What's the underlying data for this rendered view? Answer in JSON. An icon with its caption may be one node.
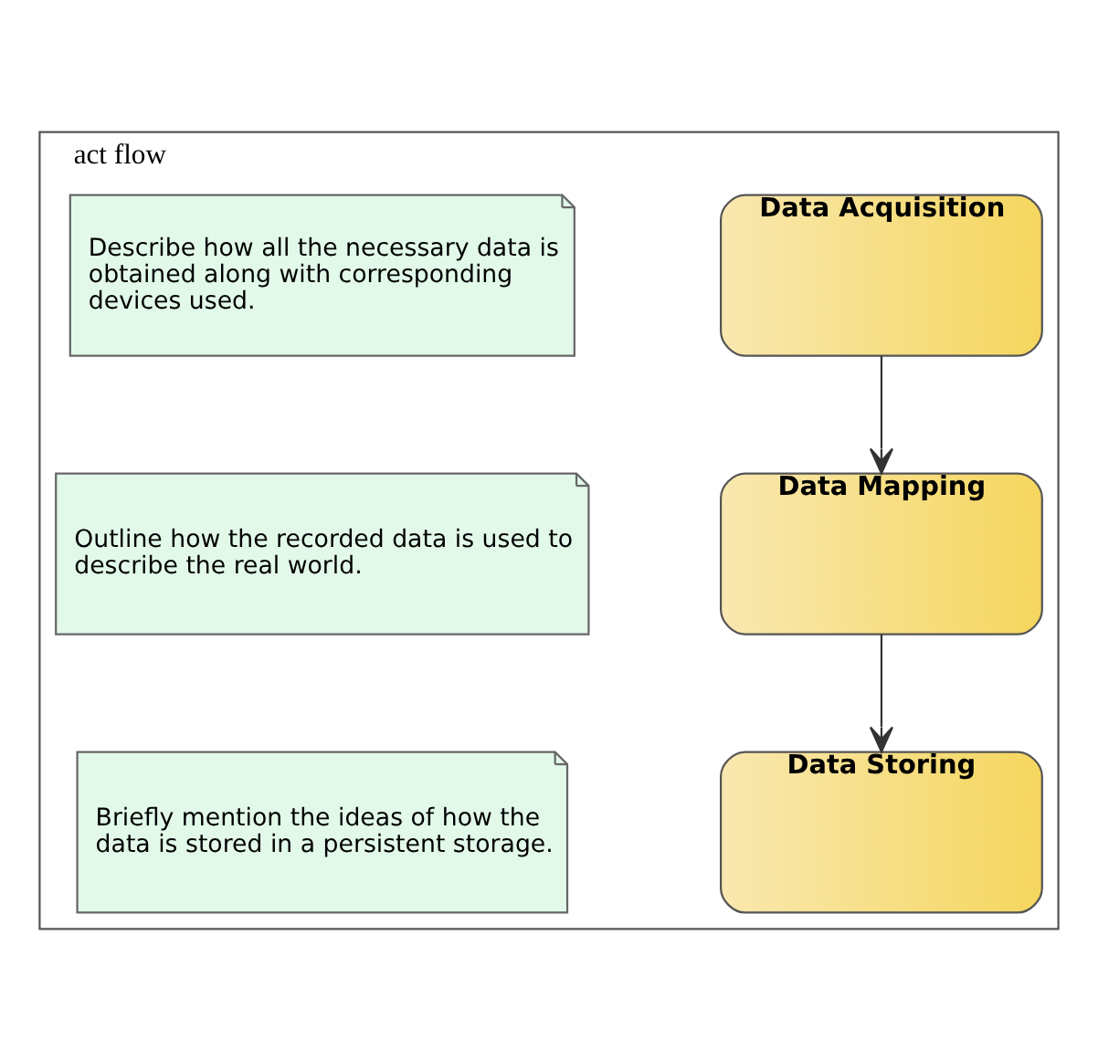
{
  "diagram": {
    "nodes": [
      {
        "text": [
          "act flow"
        ]
      },
      {
        "text": [
          "Data Acquisition"
        ],
        "in": 0
      },
      {
        "text": [
          "Describe how all the necessary data is obtained along with corresponding devices used."
        ],
        "in": 0
      },
      {
        "text": [
          "Data Mapping"
        ],
        "in": 0
      },
      {
        "text": [
          "Outline how the recorded data is used to describe the real world."
        ],
        "in": 0
      },
      {
        "text": [
          "Data Storing"
        ],
        "in": 0
      },
      {
        "text": [
          "Briefly mention the ideas of how the data is stored in a persistent storage."
        ],
        "in": 0
      }
    ],
    "edges": [
      {
        "from": 1,
        "to": 3,
        "arrow": "to"
      },
      {
        "from": 3,
        "to": 5,
        "arrow": "to"
      }
    ]
  }
}
